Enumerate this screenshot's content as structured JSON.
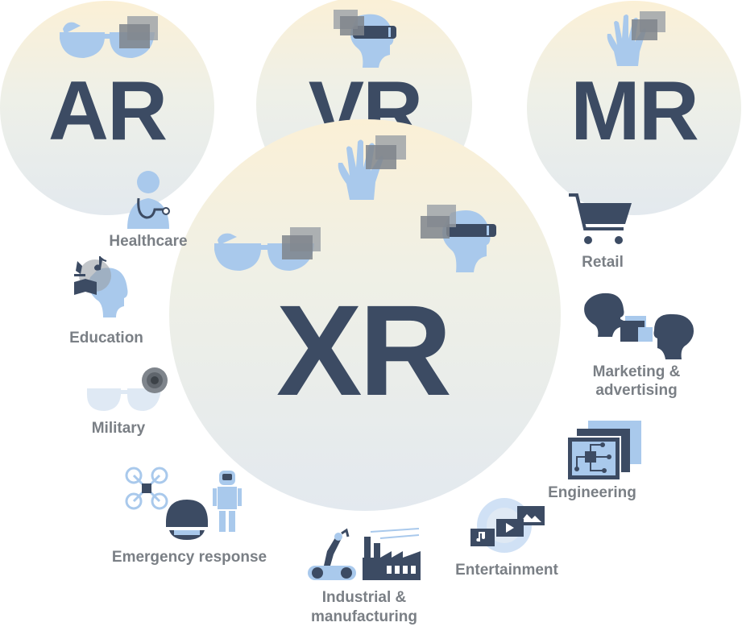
{
  "diagram": {
    "main_circles": [
      {
        "id": "ar",
        "label": "AR"
      },
      {
        "id": "vr",
        "label": "VR"
      },
      {
        "id": "mr",
        "label": "MR"
      },
      {
        "id": "xr",
        "label": "XR"
      }
    ],
    "applications": [
      {
        "id": "healthcare",
        "label": "Healthcare",
        "icon": "doctor-icon"
      },
      {
        "id": "education",
        "label": "Education",
        "icon": "education-head-icon"
      },
      {
        "id": "military",
        "label": "Military",
        "icon": "military-glasses-icon"
      },
      {
        "id": "emergency",
        "label": "Emergency response",
        "icon": "emergency-icon"
      },
      {
        "id": "industrial",
        "label_lines": [
          "Industrial &",
          "manufacturing"
        ],
        "icon": "factory-robot-icon"
      },
      {
        "id": "entertainment",
        "label": "Entertainment",
        "icon": "media-icon"
      },
      {
        "id": "engineering",
        "label": "Engineering",
        "icon": "circuit-screen-icon"
      },
      {
        "id": "marketing",
        "label_lines": [
          "Marketing &",
          "advertising"
        ],
        "icon": "conversation-icon"
      },
      {
        "id": "retail",
        "label": "Retail",
        "icon": "shopping-cart-icon"
      }
    ],
    "colors": {
      "dark": "#3c4b63",
      "light_blue": "#a9c9ec",
      "label_gray": "#7a7f85",
      "circle_top": "#fbf0d6",
      "circle_bottom": "#e3e9ee"
    }
  }
}
